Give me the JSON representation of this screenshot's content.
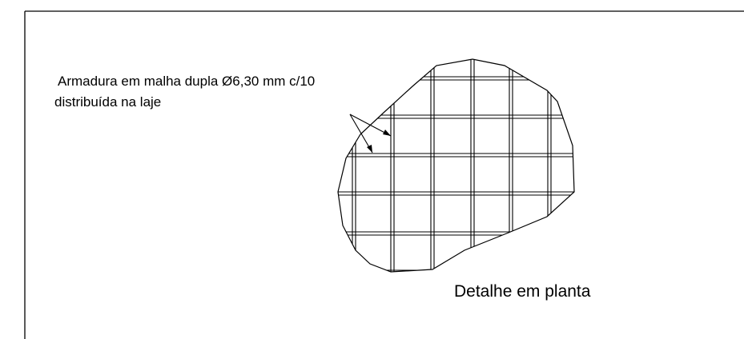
{
  "callout": {
    "line1": "Armadura em malha dupla Ø6,30 mm c/10",
    "line2": "distribuída na laje"
  },
  "caption": "Detalhe em planta",
  "colors": {
    "line": "#000000",
    "background": "#ffffff"
  }
}
